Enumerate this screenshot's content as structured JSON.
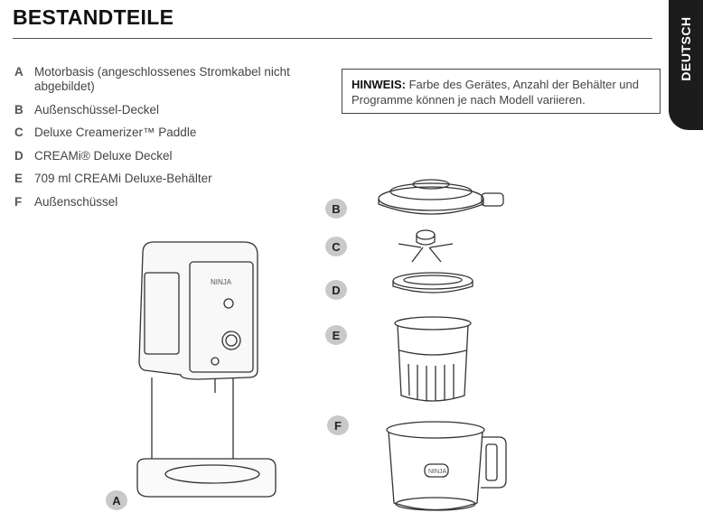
{
  "header": {
    "title": "BESTANDTEILE",
    "language_tab": "DEUTSCH"
  },
  "parts": [
    {
      "letter": "A",
      "label": "Motorbasis (angeschlossenes Stromkabel nicht abgebildet)"
    },
    {
      "letter": "B",
      "label": "Außenschüssel-Deckel"
    },
    {
      "letter": "C",
      "label": "Deluxe Creamerizer™ Paddle"
    },
    {
      "letter": "D",
      "label": "CREAMi® Deluxe Deckel"
    },
    {
      "letter": "E",
      "label": "709 ml CREAMi Deluxe-Behälter"
    },
    {
      "letter": "F",
      "label": "Außenschüssel"
    }
  ],
  "note": {
    "label": "HINWEIS:",
    "text": "Farbe des Gerätes, Anzahl der Behälter und Programme können je nach Modell variieren."
  },
  "figure": {
    "brand": "NINJA"
  }
}
